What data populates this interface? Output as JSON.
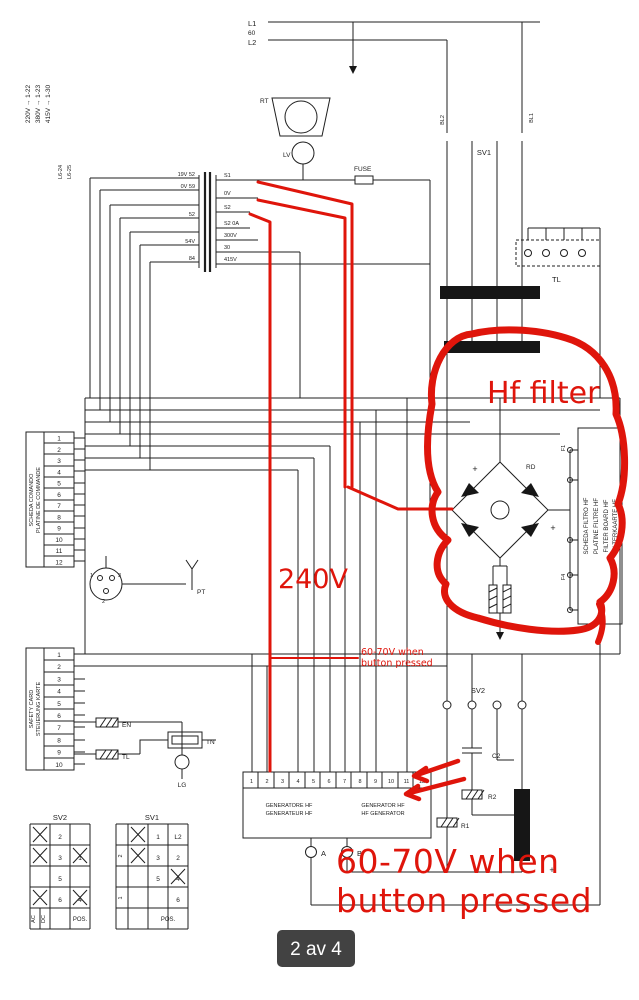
{
  "viewer": {
    "badge": "2 av 4"
  },
  "annotations": {
    "color": "#df150b",
    "hf_filter": "Hf filter",
    "voltage": "240V",
    "small_note_line1": "60-70V when",
    "small_note_line2": "button pressed",
    "big_note_line1": "60-70V when",
    "big_note_line2": "button pressed"
  },
  "diagram": {
    "top": {
      "l1": "L1",
      "sixty": "60",
      "l2": "L2",
      "rt": "RT",
      "lv": "LV",
      "fuse": "FUSE",
      "sv1": "SV1",
      "bl1": "BL1",
      "bl2": "BL2",
      "tl": "TL"
    },
    "ratings": [
      "220V → 1-22",
      "380V → 1-23",
      "415V → 1-30"
    ],
    "ratings2": [
      "L6-24",
      "L6-25"
    ],
    "transformer": {
      "left_taps": [
        "19V 52",
        "0V 59",
        "52",
        "54V",
        "84"
      ],
      "right_taps": [
        "S1",
        "0V",
        "S2",
        "S2 0A",
        "300V",
        "30",
        "415V"
      ]
    },
    "control_card": {
      "title1": "SCHEDA COMANDO",
      "title2": "PLATINE DE COMMANDE",
      "terminals": [
        "1",
        "2",
        "3",
        "4",
        "5",
        "6",
        "7",
        "8",
        "9",
        "10",
        "11",
        "12"
      ]
    },
    "safety_card": {
      "title1": "SAFETY CARD",
      "title2": "STEUERUNG KARTE",
      "terminals": [
        "1",
        "2",
        "3",
        "4",
        "5",
        "6",
        "7",
        "8",
        "9",
        "10"
      ]
    },
    "connector": {
      "pins": [
        "1",
        "2",
        "3"
      ],
      "pt": "PT"
    },
    "filter_board": {
      "lines": [
        "SCHEDA FILTRO HF",
        "PLATINE FILTRE HF",
        "FILTER BOARD HF",
        "FILTERKAARTE HF"
      ],
      "pin_top": "F1",
      "pin_bottom": "F4"
    },
    "components": {
      "rd": "RD",
      "plus": "+",
      "sv2": "SV2",
      "c2": "C2",
      "r2": "R2",
      "r1": "R1",
      "en": "EN",
      "tl": "TL",
      "tn": "TN",
      "lg": "LG"
    },
    "generator": {
      "terminals": [
        "1",
        "2",
        "3",
        "4",
        "5",
        "6",
        "7",
        "8",
        "9",
        "10",
        "11",
        "12"
      ],
      "name_it": "GENERATORE HF",
      "name_fr": "GENERATEUR HF",
      "name_en1": "GENERATOR HF",
      "name_en2": "HF GENERATOR",
      "a": "A",
      "b": "B"
    },
    "tables": {
      "sv2": {
        "title": "SV2",
        "col_mid": [
          "2",
          "3",
          "5",
          "6"
        ],
        "col_right": [
          "",
          "1",
          "",
          "4"
        ],
        "pos": "POS.",
        "ac": "AC",
        "dc": "DC"
      },
      "sv1": {
        "title": "SV1",
        "col_mid": [
          "1",
          "3",
          "5",
          ""
        ],
        "col_right": [
          "L2",
          "2",
          "4",
          "6"
        ],
        "pos": "POS.",
        "side": [
          "2",
          "1"
        ]
      }
    }
  }
}
